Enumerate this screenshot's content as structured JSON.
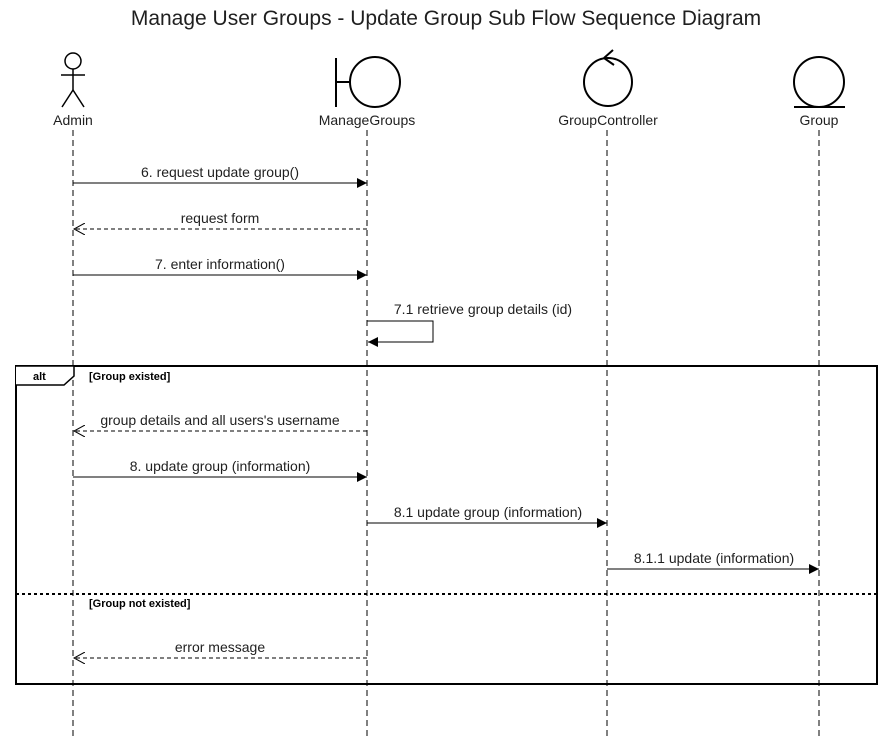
{
  "diagram": {
    "title": "Manage User Groups - Update Group Sub Flow Sequence Diagram",
    "participants": [
      {
        "id": "admin",
        "label": "Admin",
        "shape": "actor"
      },
      {
        "id": "manage_groups",
        "label": "ManageGroups",
        "shape": "boundary"
      },
      {
        "id": "group_controller",
        "label": "GroupController",
        "shape": "control"
      },
      {
        "id": "group",
        "label": "Group",
        "shape": "entity"
      }
    ],
    "messages": [
      {
        "label": "6. request update group()",
        "from": "admin",
        "to": "manage_groups",
        "kind": "sync"
      },
      {
        "label": "request form",
        "from": "manage_groups",
        "to": "admin",
        "kind": "return"
      },
      {
        "label": "7. enter information()",
        "from": "admin",
        "to": "manage_groups",
        "kind": "sync"
      },
      {
        "label": "7.1 retrieve group details (id)",
        "from": "manage_groups",
        "to": "manage_groups",
        "kind": "self"
      },
      {
        "label": "group details and all users's username",
        "from": "manage_groups",
        "to": "admin",
        "kind": "return"
      },
      {
        "label": "8. update group (information)",
        "from": "admin",
        "to": "manage_groups",
        "kind": "sync"
      },
      {
        "label": "8.1 update group (information)",
        "from": "manage_groups",
        "to": "group_controller",
        "kind": "sync"
      },
      {
        "label": "8.1.1 update (information)",
        "from": "group_controller",
        "to": "group",
        "kind": "sync"
      },
      {
        "label": "error message",
        "from": "manage_groups",
        "to": "admin",
        "kind": "return"
      }
    ],
    "fragment": {
      "operator": "alt",
      "guards": [
        "[Group existed]",
        "[Group not existed]"
      ]
    },
    "colors": {
      "line": "#000000",
      "text": "#1f1f1f",
      "background": "#ffffff"
    }
  }
}
